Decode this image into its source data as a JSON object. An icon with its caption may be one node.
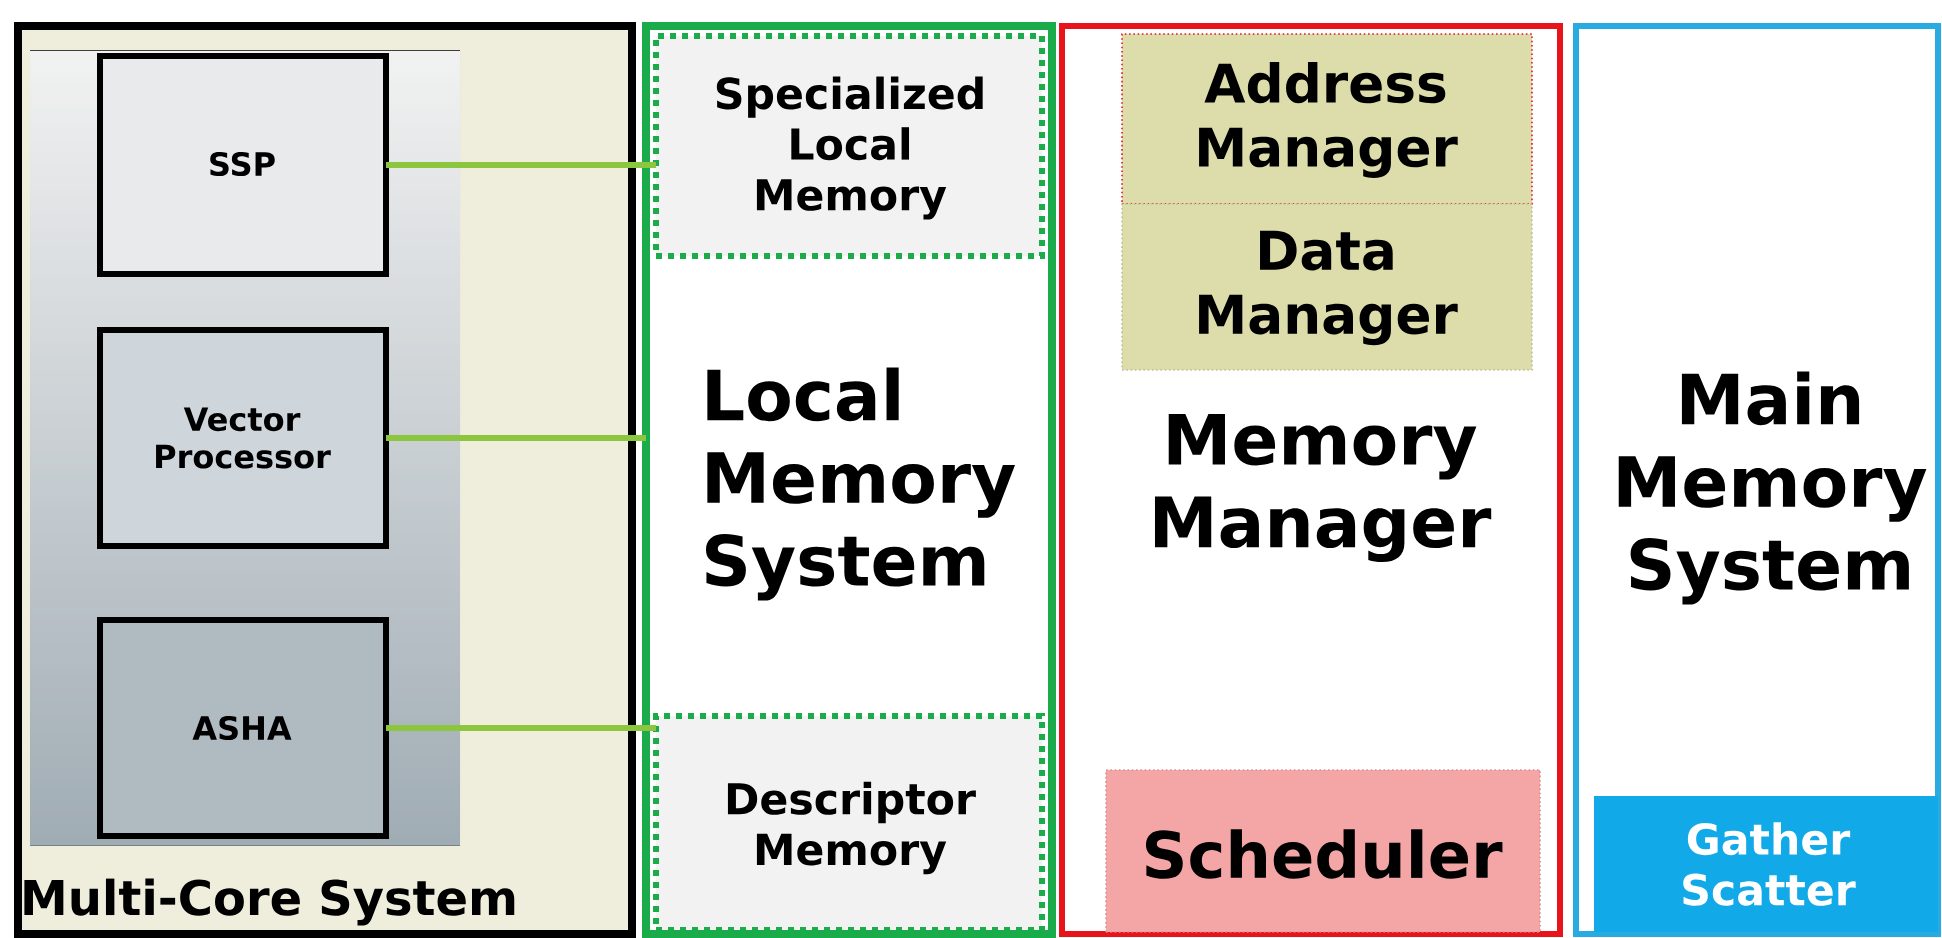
{
  "diagram": {
    "nodes": [
      {
        "text": [
          "Multi-Core System"
        ]
      },
      {
        "text": [
          "SSP"
        ],
        "in": 0
      },
      {
        "text": [
          "Vector Processor"
        ],
        "in": 0
      },
      {
        "text": [
          "ASHA"
        ],
        "in": 0
      },
      {
        "text": [
          "Local Memory System"
        ]
      },
      {
        "text": [
          "Specialized Local Memory"
        ],
        "in": 4
      },
      {
        "text": [
          "Descriptor Memory"
        ],
        "in": 4
      },
      {
        "text": [
          "Memory Manager"
        ]
      },
      {
        "text": [
          "Address Manager"
        ],
        "in": 7
      },
      {
        "text": [
          "Data Manager"
        ],
        "in": 7
      },
      {
        "text": [
          "Scheduler"
        ],
        "in": 7
      },
      {
        "text": [
          "Main Memory System"
        ]
      },
      {
        "text": [
          "Gather Scatter"
        ],
        "in": 11
      }
    ],
    "edges": [
      {
        "from": 1,
        "to": 5,
        "arrow": "none"
      },
      {
        "from": 2,
        "to": 4,
        "arrow": "none"
      },
      {
        "from": 3,
        "to": 6,
        "arrow": "none"
      }
    ]
  }
}
